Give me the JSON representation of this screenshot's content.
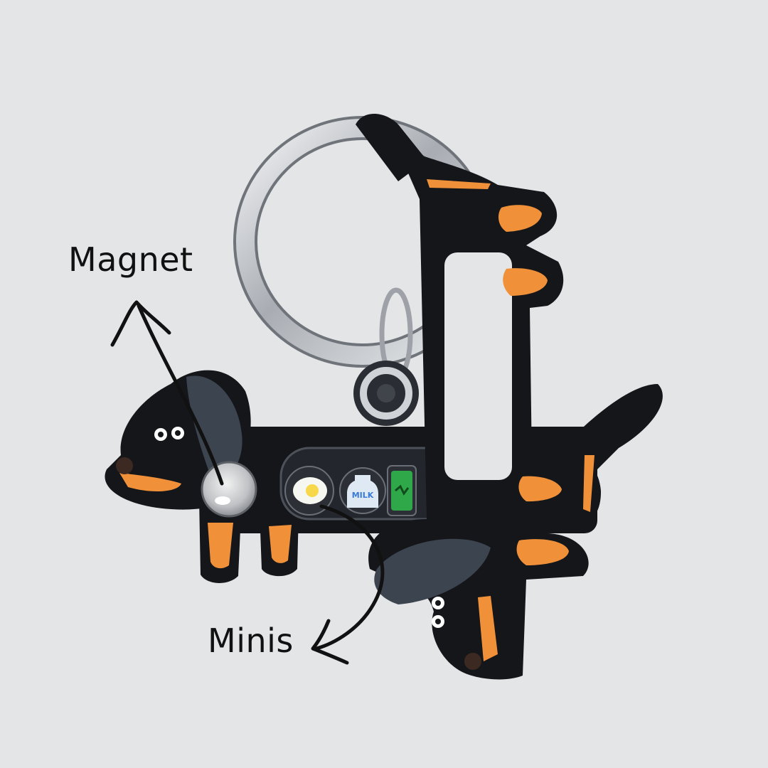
{
  "callouts": {
    "magnet": "Magnet",
    "minis": "Minis"
  },
  "mini_items": {
    "milk_label": "MILK"
  },
  "colors": {
    "background": "#e4e5e7",
    "body": "#14161a",
    "tan": "#f0913a",
    "ear": "#3c4450",
    "ring": "#c8ccd2",
    "annotation": "#111111"
  },
  "icons": {
    "magnet": "magnet-disc",
    "arrow_up": "curved-arrow-up-icon",
    "arrow_down": "curved-arrow-down-icon"
  }
}
